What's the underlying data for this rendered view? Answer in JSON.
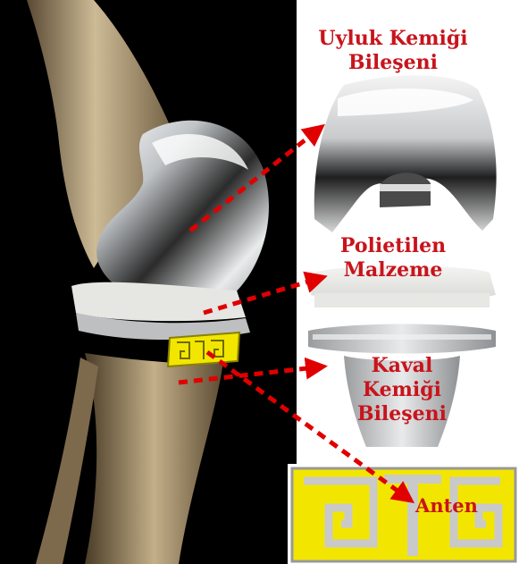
{
  "labels": {
    "femoral": {
      "line1": "Uyluk Kemiği",
      "line2": "Bileşeni"
    },
    "poly": {
      "line1": "Polietilen",
      "line2": "Malzeme"
    },
    "tibial": {
      "line1": "Kaval",
      "line2": "Kemiği",
      "line3": "Bileşeni"
    },
    "antenna": "Anten"
  },
  "colors": {
    "label_text": "#c8141c",
    "arrow": "#e00000",
    "antenna_yellow": "#f2e600",
    "antenna_metal": "#c9c9c9",
    "background_photo": "#000000",
    "bone": "#c7b48f"
  }
}
